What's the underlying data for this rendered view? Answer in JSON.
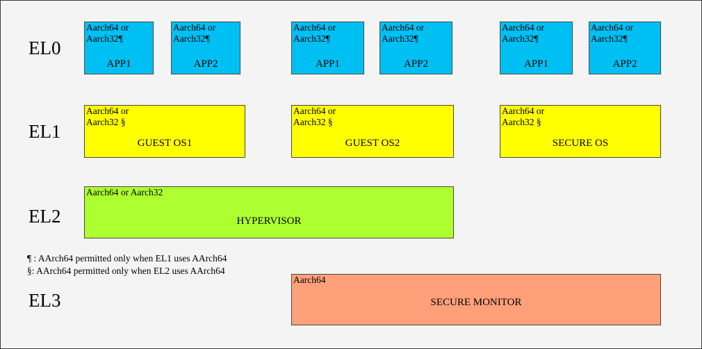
{
  "diagram": {
    "levels": [
      {
        "name": "EL0",
        "label": "EL0"
      },
      {
        "name": "EL1",
        "label": "EL1"
      },
      {
        "name": "EL2",
        "label": "EL2"
      },
      {
        "name": "EL3",
        "label": "EL3"
      }
    ],
    "el0_boxes": [
      {
        "title": "APP1",
        "arch": "Aarch64 or\nAarch32¶",
        "color": "#00bff3"
      },
      {
        "title": "APP2",
        "arch": "Aarch64 or\nAarch32¶",
        "color": "#00bff3"
      },
      {
        "title": "APP1",
        "arch": "Aarch64 or\nAarch32¶",
        "color": "#00bff3"
      },
      {
        "title": "APP2",
        "arch": "Aarch64 or\nAarch32¶",
        "color": "#00bff3"
      },
      {
        "title": "APP1",
        "arch": "Aarch64 or\nAarch32¶",
        "color": "#00bff3"
      },
      {
        "title": "APP2",
        "arch": "Aarch64 or\nAarch32¶",
        "color": "#00bff3"
      }
    ],
    "el1_boxes": [
      {
        "title": "GUEST OS1",
        "arch": "Aarch64 or\nAarch32 §",
        "color": "#ffff00"
      },
      {
        "title": "GUEST OS2",
        "arch": "Aarch64 or\nAarch32 §",
        "color": "#ffff00"
      },
      {
        "title": "SECURE OS",
        "arch": "Aarch64 or\nAarch32 §",
        "color": "#ffff00"
      }
    ],
    "el2_box": {
      "title": "HYPERVISOR",
      "arch": "Aarch64 or Aarch32",
      "color": "#adff2f"
    },
    "el3_box": {
      "title": "SECURE MONITOR",
      "arch": "Aarch64",
      "color": "#ffa07a"
    },
    "footnotes": "¶ : AArch64 permitted only when EL1 uses AArch64\n§: AArch64 permitted only when EL2 uses AArch64",
    "colors": {
      "background": "#f4f4f4",
      "border": "#4a4a3a",
      "app": "#00bff3",
      "os": "#ffff00",
      "hypervisor": "#adff2f",
      "monitor": "#ffa07a"
    }
  }
}
